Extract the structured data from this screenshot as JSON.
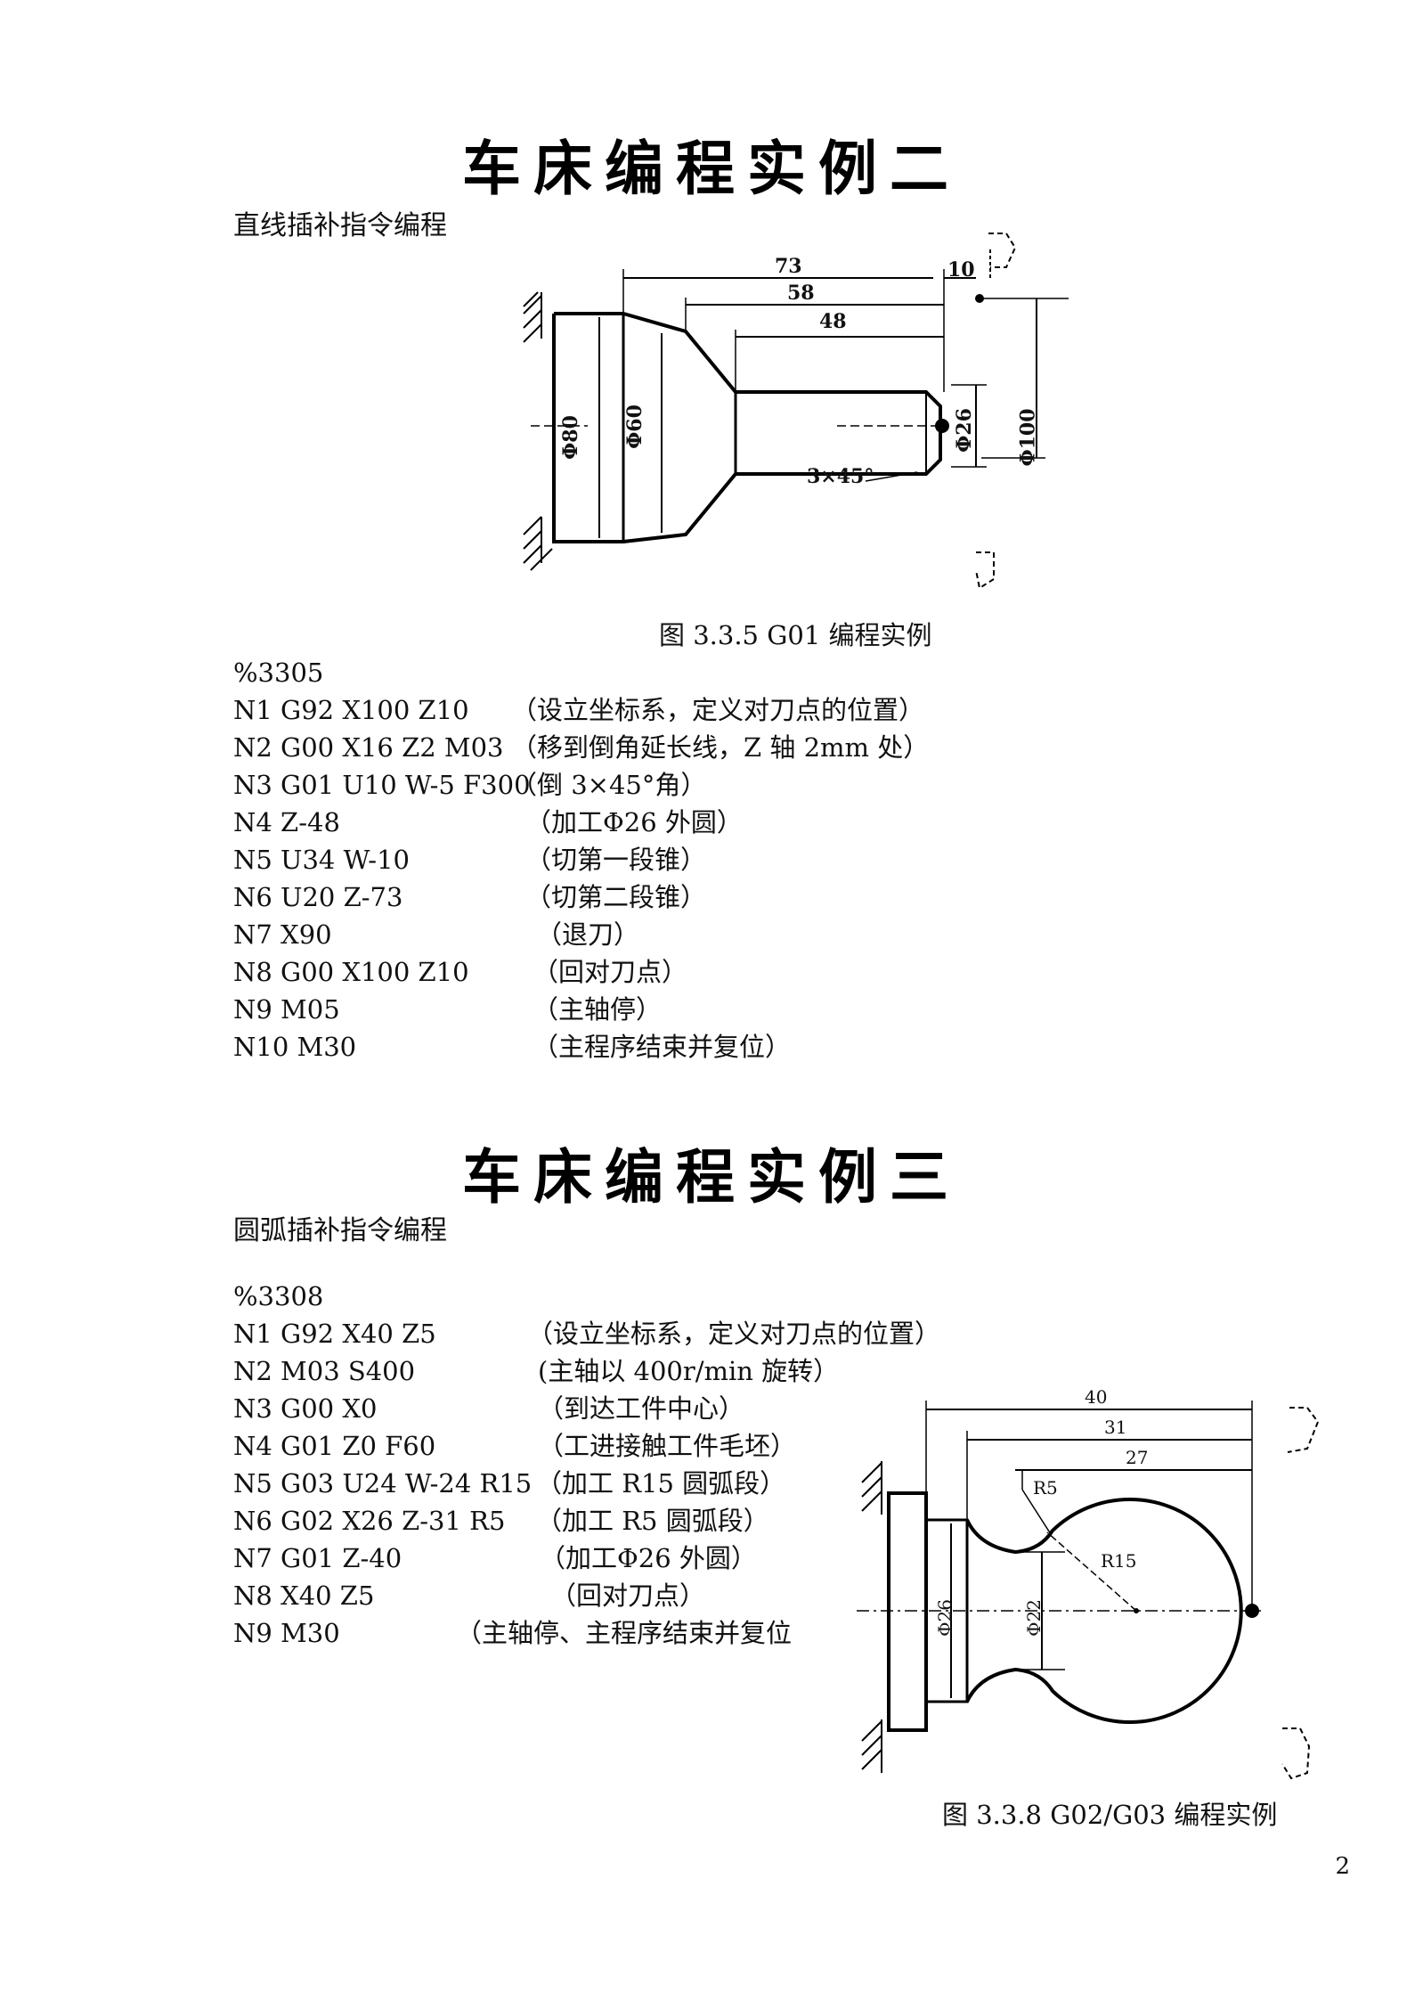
{
  "section2": {
    "title": "车床编程实例二",
    "subtitle": "直线插补指令编程",
    "figure": {
      "dims": {
        "d73": "73",
        "d58": "58",
        "d48": "48",
        "d10": "10",
        "phi80": "Φ80",
        "phi60": "Φ60",
        "phi26": "Φ26",
        "phi100": "Φ100",
        "chamfer": "3×45°"
      },
      "caption": "图 3.3.5 G01 编程实例"
    },
    "program": {
      "number": "%3305",
      "lines": [
        {
          "cmd": "N1 G92 X100 Z10",
          "comment": "（设立坐标系，定义对刀点的位置）"
        },
        {
          "cmd": "N2 G00 X16 Z2 M03",
          "comment": "（移到倒角延长线，Z 轴 2mm 处）"
        },
        {
          "cmd": "N3 G01 U10 W-5 F300",
          "comment": "（倒 3×45°角）"
        },
        {
          "cmd": "N4 Z-48",
          "comment": "（加工Φ26 外圆）"
        },
        {
          "cmd": "N5 U34 W-10",
          "comment": "（切第一段锥）"
        },
        {
          "cmd": "N6 U20 Z-73",
          "comment": "（切第二段锥）"
        },
        {
          "cmd": "N7 X90",
          "comment": "（退刀）"
        },
        {
          "cmd": "N8 G00 X100 Z10",
          "comment": "（回对刀点）"
        },
        {
          "cmd": "N9 M05",
          "comment": "（主轴停）"
        },
        {
          "cmd": "N10 M30",
          "comment": "（主程序结束并复位）"
        }
      ]
    }
  },
  "section3": {
    "title": "车床编程实例三",
    "subtitle": "圆弧插补指令编程",
    "program": {
      "number": "%3308",
      "lines": [
        {
          "cmd": "N1 G92 X40 Z5",
          "comment": "（设立坐标系，定义对刀点的位置）"
        },
        {
          "cmd": "N2 M03 S400",
          "comment": "(主轴以 400r/min 旋转）"
        },
        {
          "cmd": "N3 G00 X0",
          "comment": "（到达工件中心）"
        },
        {
          "cmd": "N4 G01 Z0 F60",
          "comment": "（工进接触工件毛坯）"
        },
        {
          "cmd": "N5 G03 U24 W-24 R15",
          "comment": "（加工 R15 圆弧段）"
        },
        {
          "cmd": "N6 G02 X26 Z-31 R5",
          "comment": "（加工 R5 圆弧段）"
        },
        {
          "cmd": "N7 G01 Z-40",
          "comment": "（加工Φ26 外圆）"
        },
        {
          "cmd": "N8 X40 Z5",
          "comment": "（回对刀点）"
        },
        {
          "cmd": "N9 M30",
          "comment": "（主轴停、主程序结束并复位"
        }
      ]
    },
    "figure": {
      "dims": {
        "d40": "40",
        "d31": "31",
        "d27": "27",
        "r5": "R5",
        "r15": "R15",
        "phi26": "Φ26",
        "phi22": "Φ22"
      },
      "caption": "图 3.3.8 G02/G03 编程实例"
    }
  },
  "page_number": "2"
}
